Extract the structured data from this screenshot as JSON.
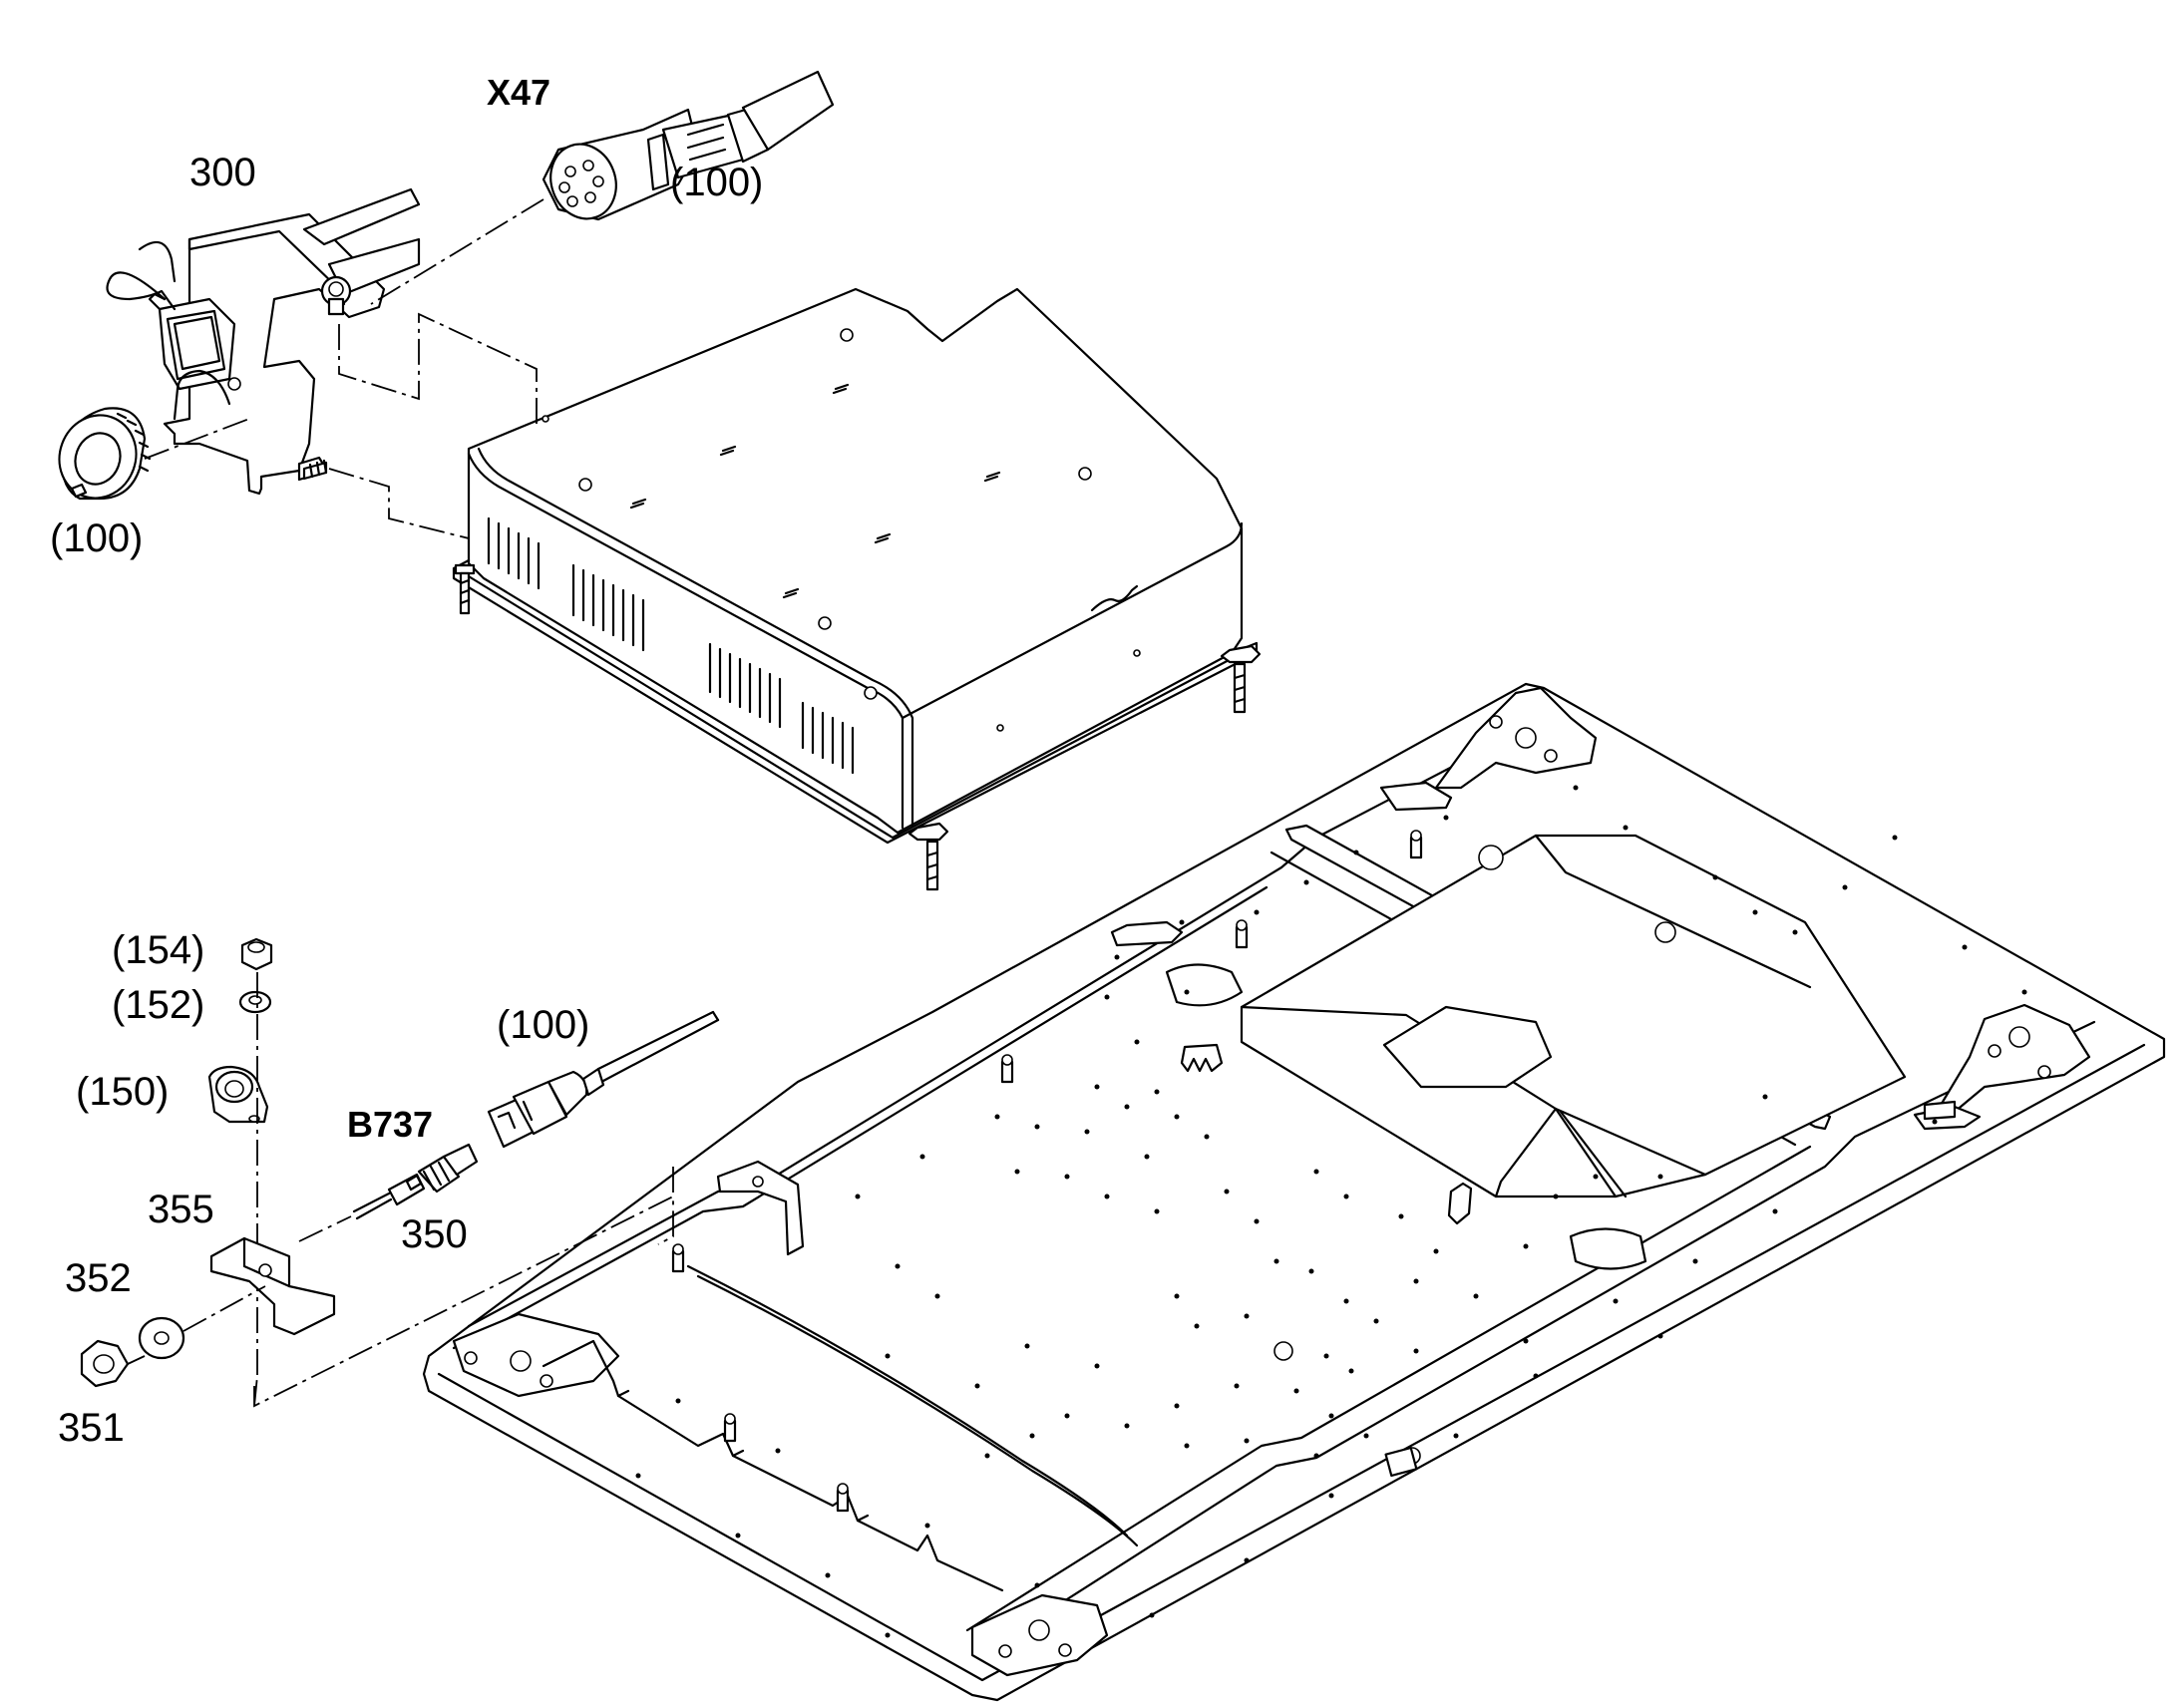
{
  "callouts": {
    "x47": "X47",
    "part_300": "300",
    "part_100_connector": "(100)",
    "part_100_ring": "(100)",
    "part_154": "(154)",
    "part_152": "(152)",
    "part_150": "(150)",
    "part_100_cable": "(100)",
    "b737": "B737",
    "part_355": "355",
    "part_350": "350",
    "part_352": "352",
    "part_351": "351"
  },
  "icons": {
    "connector": "connector-x47-icon",
    "bracket": "bracket-300-icon",
    "ring": "locking-ring-icon",
    "housing": "control-box-housing-icon",
    "base_plate": "base-plate-icon",
    "nut": "hex-nut-icon",
    "washer": "washer-icon",
    "clamp": "cable-clamp-icon",
    "sensor": "temperature-sensor-icon",
    "plug": "cable-plug-icon",
    "angle_bracket": "angle-bracket-icon"
  },
  "colors": {
    "line": "#000000",
    "background": "#ffffff"
  }
}
